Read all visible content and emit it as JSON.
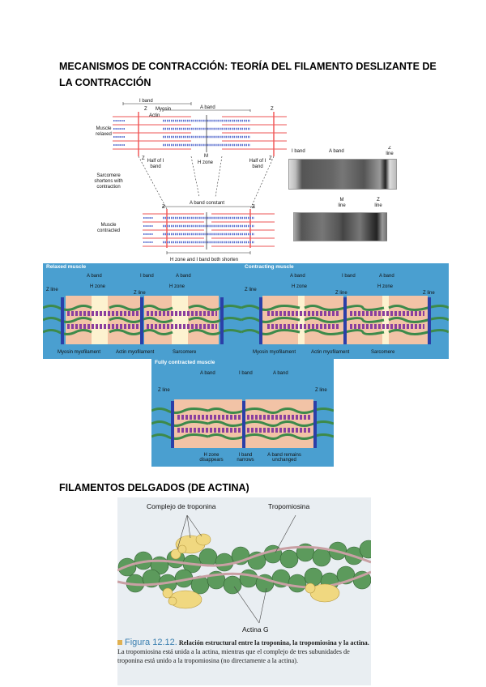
{
  "headings": {
    "contraction": "MECANISMOS DE CONTRACCIÓN: TEORÍA DEL FILAMENTO DESLIZANTE DE LA CONTRACCIÓN",
    "thin_filaments": "FILAMENTOS DELGADOS (DE ACTINA)"
  },
  "sarcomere_diagram": {
    "i_band": "I band",
    "myosin": "Myosin",
    "actin": "Actin",
    "a_band": "A band",
    "z": "Z",
    "muscle_relaxed": "Muscle relaxed",
    "m": "M",
    "h_zone": "H zone",
    "half_i_band": "Half of I band",
    "sarcomere_shortens": "Sarcomere shortens with contraction",
    "a_band_constant": "A band constant",
    "muscle_contracted": "Muscle contracted",
    "h_zone_i_band_shorten": "H zone and I band both shorten"
  },
  "micrographs": {
    "i_band": "I band",
    "a_band": "A band",
    "z_line": "Z line",
    "m_line": "M line"
  },
  "panels": {
    "relaxed_title": "Relaxed muscle",
    "contracting_title": "Contracting muscle",
    "fully_title": "Fully contracted muscle",
    "a_band": "A band",
    "i_band": "I band",
    "h_zone": "H zone",
    "z_line": "Z line",
    "myosin_myofilament": "Myosin myofilament",
    "actin_myofilament": "Actin myofilament",
    "sarcomere": "Sarcomere",
    "h_zone_disappears": "H zone disappears",
    "i_band_narrows": "I band narrows",
    "a_band_unchanged": "A band remains unchanged"
  },
  "actin_figure": {
    "troponin_complex": "Complejo de troponina",
    "tropomyosin": "Tropomiosina",
    "actin_g": "Actina G",
    "figure_number": "Figura 12.12.",
    "caption_bold_lead": "Relación estructural entre la troponina, la tropomiosina y la actina.",
    "caption_rest": "La tropomiosina está unida a la actina, mientras que el complejo de tres subunidades de troponina está unido a la tropomiosina (no directamente a la actina)."
  },
  "colors": {
    "panel_blue": "#4a9fd0",
    "myosin_purple": "#8a3f9e",
    "actin_green": "#3d8a4a",
    "band_peach": "#f2c3a6",
    "actin_bead": "#5c9a5c",
    "troponin_yellow": "#f0d880"
  }
}
